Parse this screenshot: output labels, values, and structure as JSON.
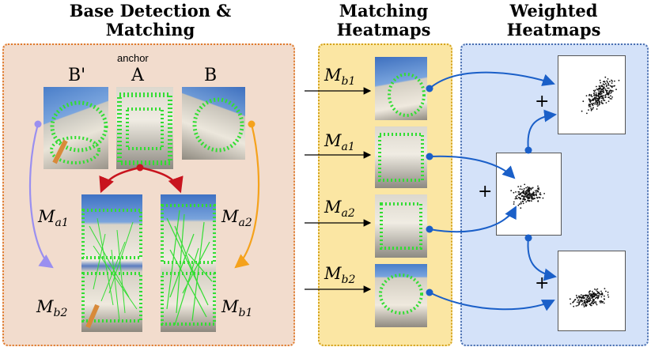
{
  "titles": {
    "base": "Base Detection &\nMatching",
    "matching": "Matching\nHeatmaps",
    "weighted": "Weighted\nHeatmaps"
  },
  "image_labels": {
    "anchor_note": "anchor",
    "b_prime": "B'",
    "a": "A",
    "b": "B"
  },
  "matrices": {
    "ma1": {
      "base": "M",
      "sub": "a1"
    },
    "ma2": {
      "base": "M",
      "sub": "a2"
    },
    "mb1": {
      "base": "M",
      "sub": "b1"
    },
    "mb2": {
      "base": "M",
      "sub": "b2"
    }
  },
  "operators": {
    "plus": "+"
  },
  "colors": {
    "base_panel_bg": "#f2dccd",
    "base_panel_border": "#e07a2c",
    "matching_panel_bg": "#fbe6a3",
    "matching_panel_border": "#d4a21c",
    "weighted_panel_bg": "#d4e2f9",
    "weighted_panel_border": "#4a6fb0",
    "red_arrow": "#c8141e",
    "purple_arrow": "#9a8ff0",
    "orange_arrow": "#f5a21c",
    "blue_arrow": "#1a5fc8",
    "keypoint_green": "#33dd33"
  },
  "icons": {
    "photo": "building-photo",
    "heatmap": "scatter-heatmap"
  }
}
